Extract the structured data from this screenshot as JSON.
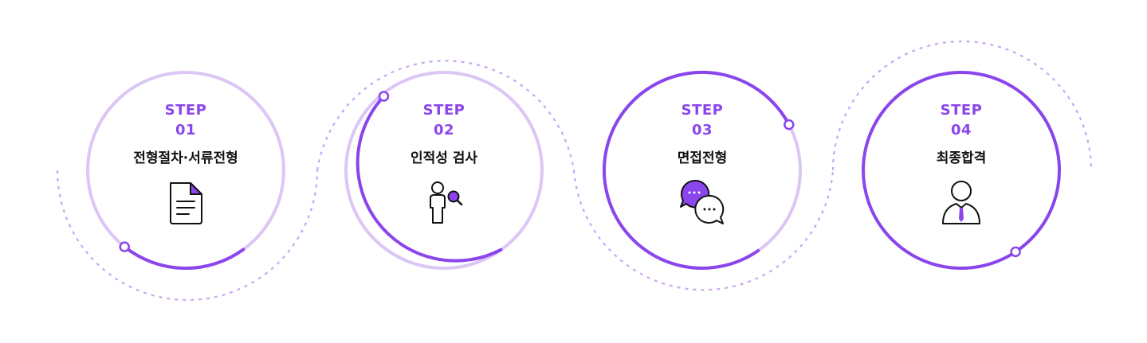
{
  "colors": {
    "accent": "#8b45ec",
    "accent_light": "#dcc6f6",
    "dashed": "#c9a6f3",
    "text": "#111111"
  },
  "steps": [
    {
      "label": "STEP",
      "num": "01",
      "title": "전형절차·서류전형",
      "icon": "document-icon",
      "progress": 0.27
    },
    {
      "label": "STEP",
      "num": "02",
      "title": "인적성 검사",
      "icon": "person-search-icon",
      "progress": 0.55
    },
    {
      "label": "STEP",
      "num": "03",
      "title": "면접전형",
      "icon": "chat-bubbles-icon",
      "progress": 0.83
    },
    {
      "label": "STEP",
      "num": "04",
      "title": "최종합격",
      "icon": "businessman-icon",
      "progress": 1.0
    }
  ]
}
